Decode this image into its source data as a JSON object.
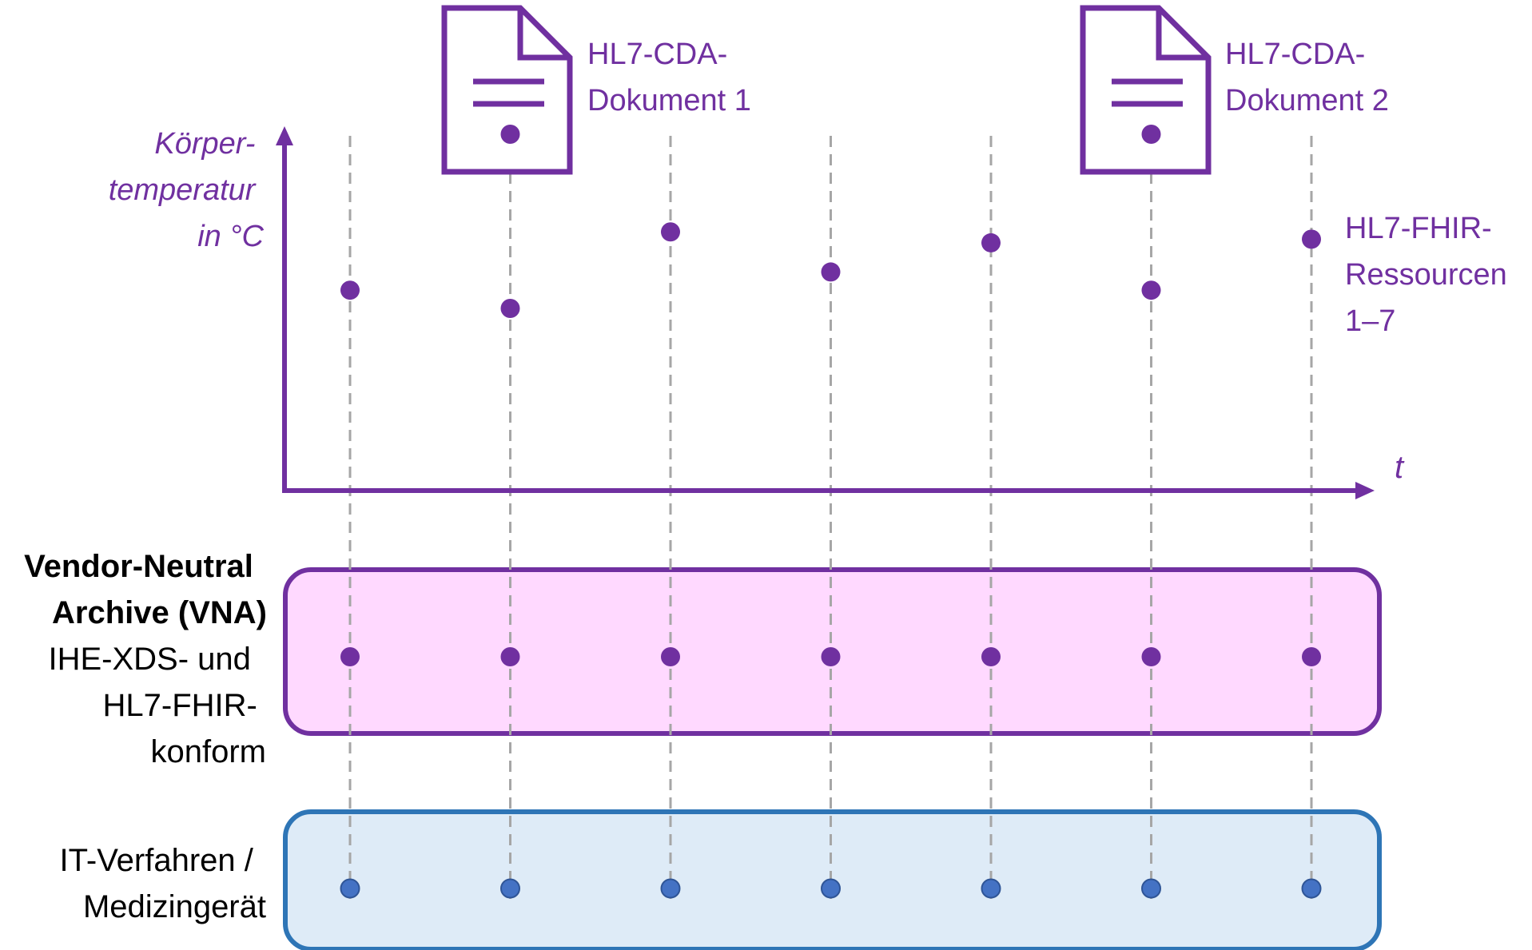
{
  "colors": {
    "purple": "#7030A0",
    "pink_fill": "#FFD9FF",
    "blue": "#2E75B6",
    "blue_fill": "#DEEBF7",
    "blue_dot": "#4472C4",
    "dashed": "#A6A6A6",
    "text": "#000000"
  },
  "y_axis_label": [
    "Körper-",
    "temperatur",
    "in °C"
  ],
  "x_axis_label": "t",
  "documents": [
    {
      "label": [
        "HL7-CDA-",
        "Dokument 1"
      ],
      "icon": "document-icon"
    },
    {
      "label": [
        "HL7-CDA-",
        "Dokument 2"
      ],
      "icon": "document-icon"
    }
  ],
  "fhir_label": [
    "HL7-FHIR-",
    "Ressourcen",
    "1–7"
  ],
  "vna": {
    "title": [
      "Vendor-Neutral",
      "Archive (VNA)"
    ],
    "subtitle": [
      "IHE-XDS- und",
      "HL7-FHIR-",
      "konform"
    ]
  },
  "device": {
    "label": [
      "IT-Verfahren /",
      "Medizingerät"
    ]
  },
  "chart_data": {
    "type": "scatter",
    "x": [
      1,
      2,
      3,
      4,
      5,
      6,
      7
    ],
    "y_relative": [
      0.55,
      0.5,
      0.71,
      0.6,
      0.68,
      0.55,
      0.69
    ],
    "document_markers": [
      2,
      6
    ],
    "x_count": 7
  }
}
